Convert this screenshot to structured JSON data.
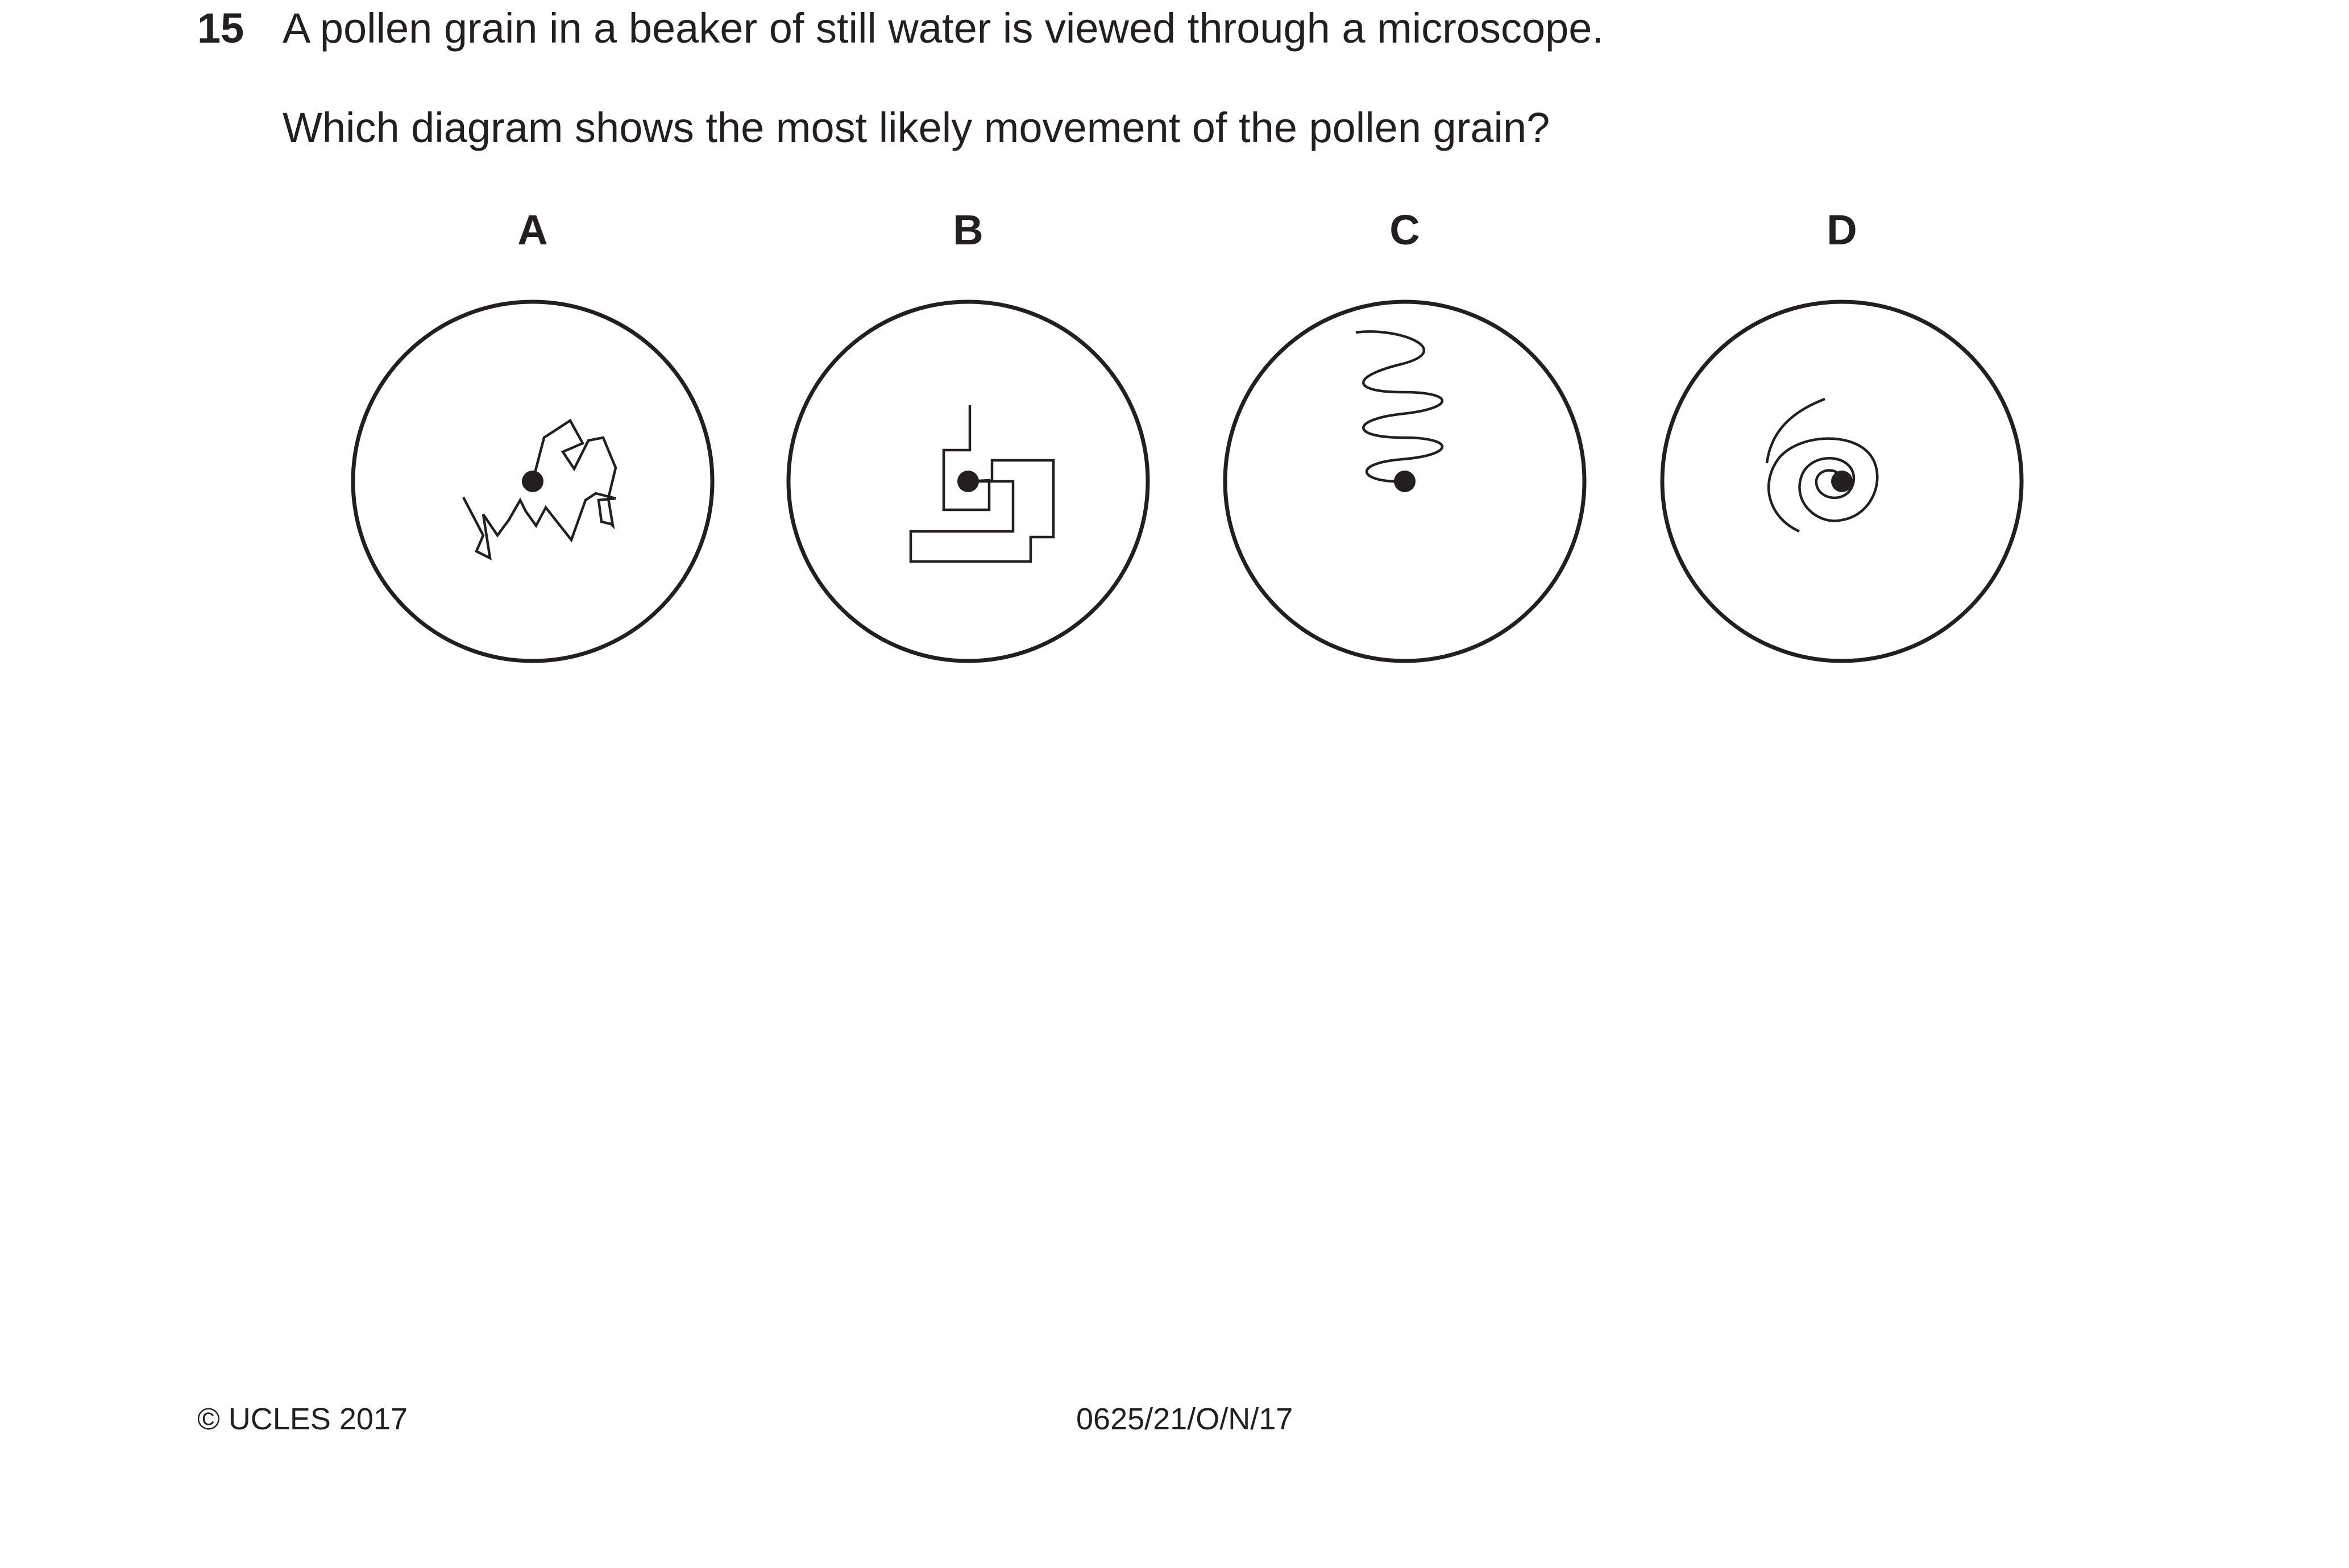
{
  "question": {
    "number": "15",
    "text": "A pollen grain in a beaker of still water is viewed through a microscope.",
    "prompt": "Which diagram shows the most likely movement of the pollen grain?"
  },
  "options": [
    {
      "label": "A",
      "path_style": "random-zigzag"
    },
    {
      "label": "B",
      "path_style": "rectangular-turns"
    },
    {
      "label": "C",
      "path_style": "regular-wave"
    },
    {
      "label": "D",
      "path_style": "spiral"
    }
  ],
  "footer": {
    "copyright": "© UCLES 2017",
    "code": "0625/21/O/N/17"
  },
  "colors": {
    "ink": "#231f20",
    "background": "#ffffff"
  }
}
